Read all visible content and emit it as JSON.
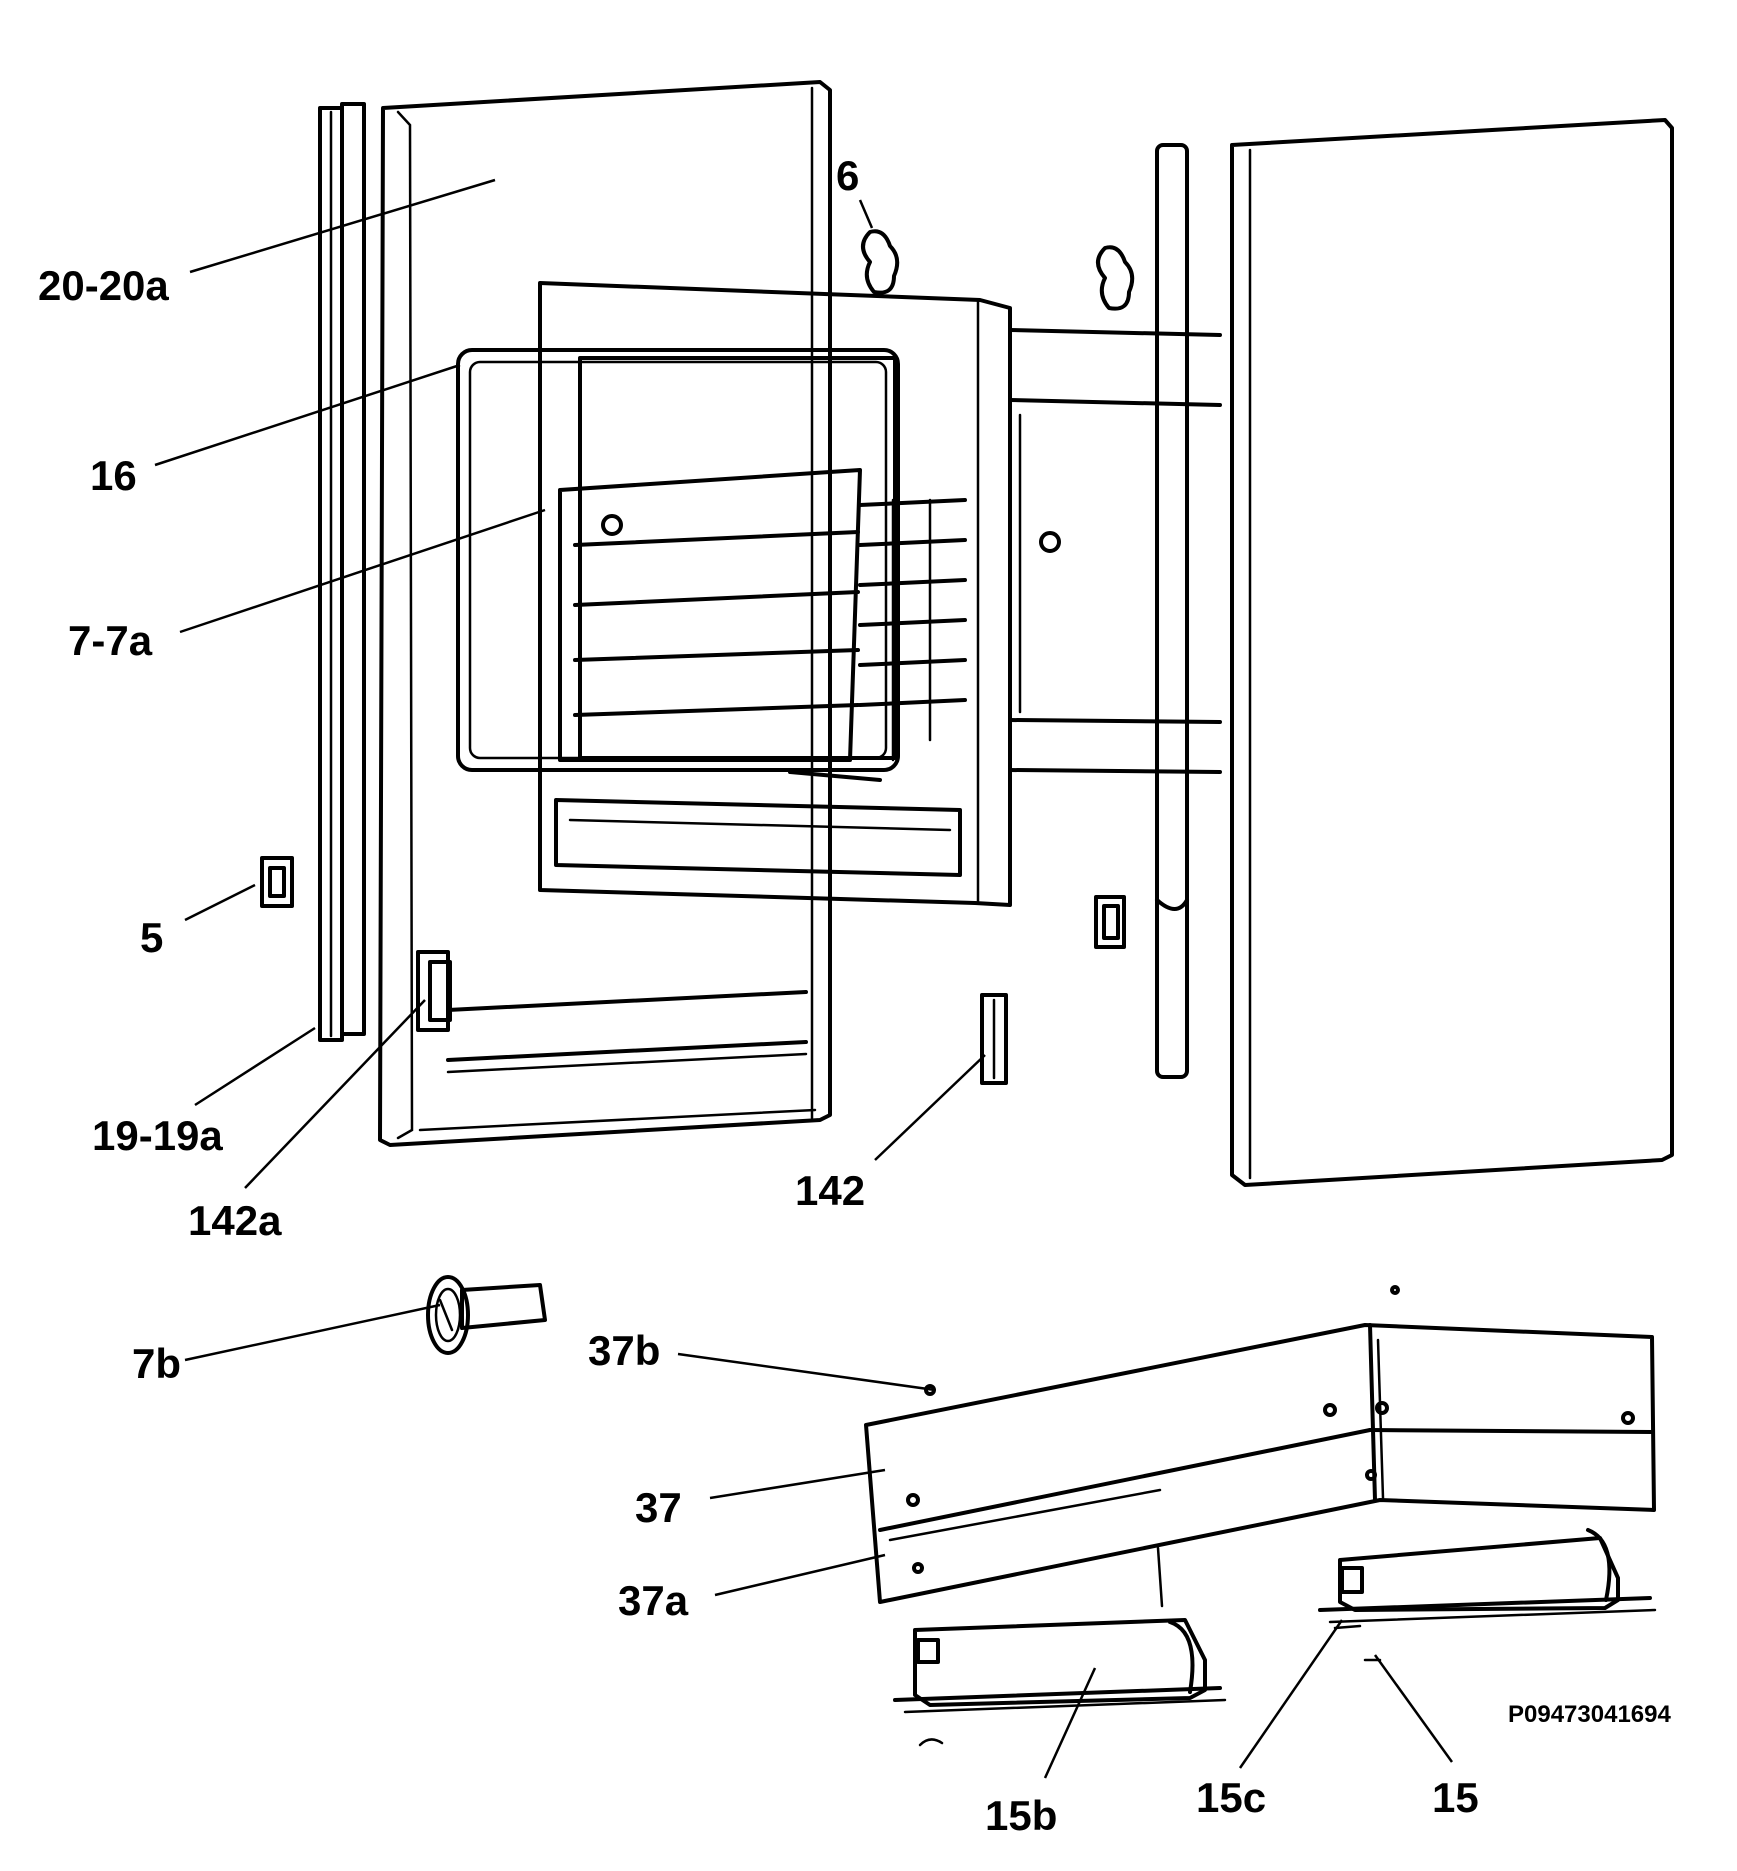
{
  "diagram": {
    "labels": {
      "l_20_20a": "20-20a",
      "l_16": "16",
      "l_7_7a": "7-7a",
      "l_5": "5",
      "l_19_19a": "19-19a",
      "l_142a": "142a",
      "l_6": "6",
      "l_142": "142",
      "l_7b": "7b",
      "l_37b": "37b",
      "l_37": "37",
      "l_37a": "37a",
      "l_15b": "15b",
      "l_15c": "15c",
      "l_15": "15"
    },
    "code": "P09473041694"
  }
}
